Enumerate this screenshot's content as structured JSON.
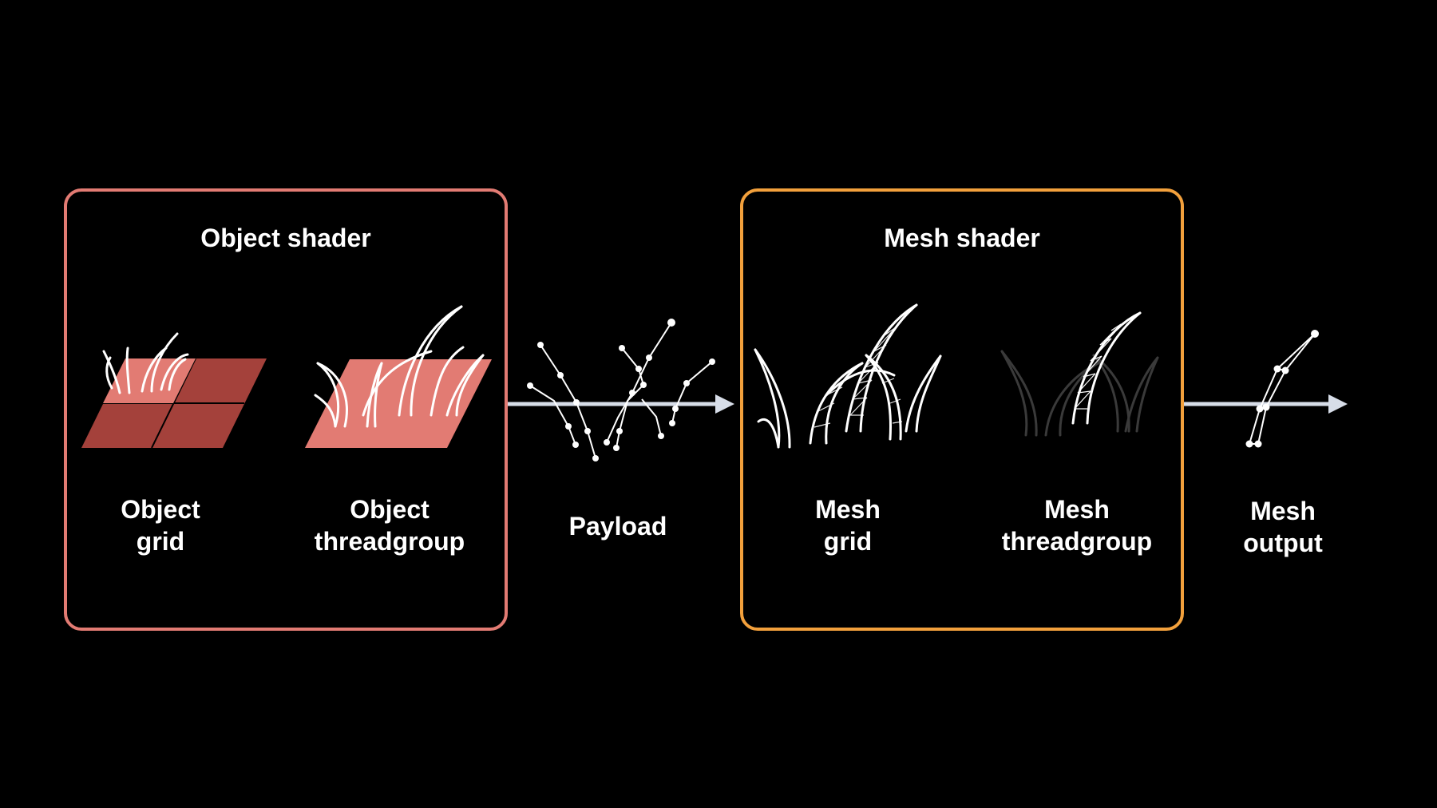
{
  "colors": {
    "background": "#000000",
    "object_stage_border": "#e27b73",
    "mesh_stage_border": "#f2a03c",
    "object_grid_tile": "#a4413b",
    "object_threadgroup_tile": "#e27b73",
    "arrow": "#d7dde8",
    "grass": "#ffffff",
    "dim_grass": "#3a3a3a"
  },
  "stages": {
    "object": {
      "title": "Object shader"
    },
    "mesh": {
      "title": "Mesh shader"
    }
  },
  "labels": {
    "object_grid": {
      "line1": "Object",
      "line2": "grid"
    },
    "object_threadgroup": {
      "line1": "Object",
      "line2": "threadgroup"
    },
    "payload": {
      "line1": "Payload"
    },
    "mesh_grid": {
      "line1": "Mesh",
      "line2": "grid"
    },
    "mesh_threadgroup": {
      "line1": "Mesh",
      "line2": "threadgroup"
    },
    "mesh_output": {
      "line1": "Mesh",
      "line2": "output"
    }
  },
  "icons": [
    "object-grid-icon",
    "object-threadgroup-icon",
    "payload-icon",
    "mesh-grid-icon",
    "mesh-threadgroup-icon",
    "mesh-output-icon"
  ]
}
